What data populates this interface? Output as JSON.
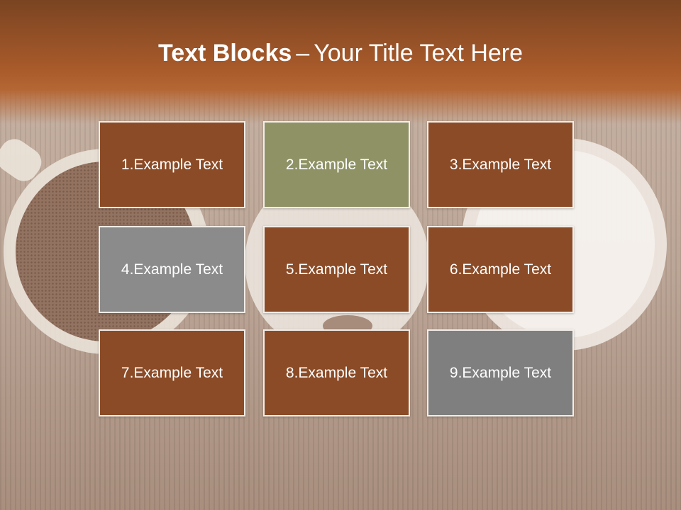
{
  "title": {
    "bold": "Text Blocks",
    "separator": "–",
    "rest": "Your Title Text Here"
  },
  "blocks": [
    {
      "label": "1.Example Text",
      "color": "#8b4b26"
    },
    {
      "label": "2.Example Text",
      "color": "#8f9265"
    },
    {
      "label": "3.Example Text",
      "color": "#8b4b26"
    },
    {
      "label": "4.Example Text",
      "color": "#8b8b8b"
    },
    {
      "label": "5.Example Text",
      "color": "#8b4b26"
    },
    {
      "label": "6.Example Text",
      "color": "#8b4b26"
    },
    {
      "label": "7.Example Text",
      "color": "#8b4b26"
    },
    {
      "label": "8.Example Text",
      "color": "#8b4b26"
    },
    {
      "label": "9.Example Text",
      "color": "#7f7f7f"
    }
  ]
}
